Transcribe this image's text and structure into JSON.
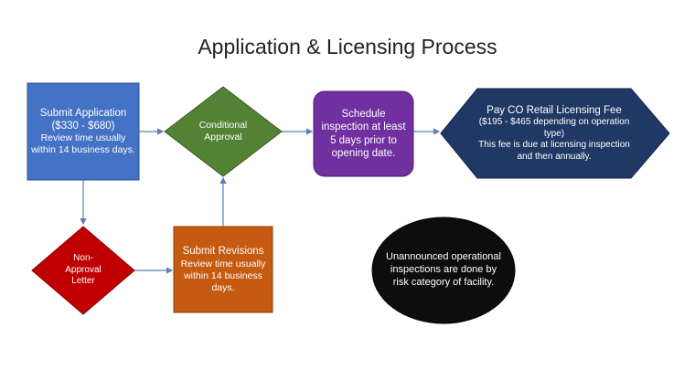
{
  "title": "Application & Licensing Process",
  "colors": {
    "submit_application": "#4472C4",
    "conditional_approval": "#548235",
    "schedule_inspection": "#7030A0",
    "pay_fee": "#1F3864",
    "non_approval": "#C00000",
    "submit_revisions": "#C55A11",
    "unannounced": "#0D0D0D",
    "connector": "#5B7FB7"
  },
  "nodes": {
    "submit_application": {
      "title": "Submit Application",
      "fee": "($330 - $680)",
      "detail": "Review time usually within 14 business days."
    },
    "conditional_approval": {
      "label": "Conditional Approval"
    },
    "schedule_inspection": {
      "label": "Schedule inspection at least 5 days prior to opening date."
    },
    "pay_fee": {
      "title": "Pay CO Retail Licensing Fee",
      "fee": "($195 - $465 depending on operation type)",
      "detail": "This fee is due at licensing inspection and then annually."
    },
    "non_approval": {
      "label": "Non-Approval Letter"
    },
    "submit_revisions": {
      "title": "Submit Revisions",
      "detail": "Review time usually within 14 business days."
    },
    "unannounced": {
      "label": "Unannounced operational inspections are done by risk category of facility."
    }
  }
}
